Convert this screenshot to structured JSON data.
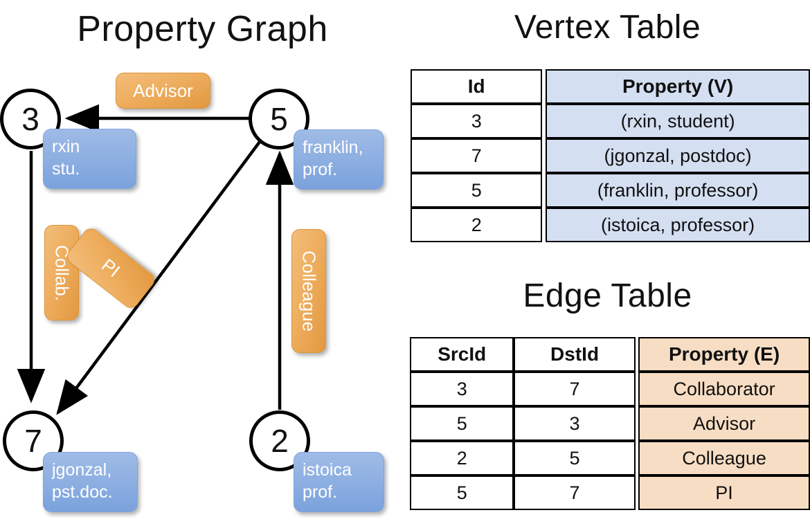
{
  "titles": {
    "graph": "Property Graph",
    "vertex_table": "Vertex Table",
    "edge_table": "Edge Table"
  },
  "graph": {
    "nodes": [
      {
        "id": "3",
        "property": "rxin\nstu."
      },
      {
        "id": "5",
        "property": "franklin,\nprof."
      },
      {
        "id": "7",
        "property": "jgonzal,\npst.doc."
      },
      {
        "id": "2",
        "property": "istoica\nprof."
      }
    ],
    "node_labels": {
      "n3": "3",
      "n5": "5",
      "n7": "7",
      "n2": "2"
    },
    "property_boxes": {
      "rxin_l1": "rxin",
      "rxin_l2": "stu.",
      "franklin_l1": "franklin,",
      "franklin_l2": "prof.",
      "jgonzal_l1": "jgonzal,",
      "jgonzal_l2": "pst.doc.",
      "istoica_l1": "istoica",
      "istoica_l2": "prof."
    },
    "edge_labels": {
      "advisor": "Advisor",
      "collab": "Collab.",
      "pi": "PI",
      "colleague": "Colleague"
    },
    "edges": [
      {
        "src": "5",
        "dst": "3",
        "label": "Advisor"
      },
      {
        "src": "3",
        "dst": "7",
        "label": "Collab."
      },
      {
        "src": "5",
        "dst": "7",
        "label": "PI"
      },
      {
        "src": "2",
        "dst": "5",
        "label": "Colleague"
      }
    ]
  },
  "vertex_table": {
    "headers": [
      "Id",
      "Property (V)"
    ],
    "rows": [
      {
        "id": "3",
        "property": "(rxin, student)"
      },
      {
        "id": "7",
        "property": "(jgonzal, postdoc)"
      },
      {
        "id": "5",
        "property": "(franklin, professor)"
      },
      {
        "id": "2",
        "property": "(istoica, professor)"
      }
    ]
  },
  "edge_table": {
    "headers": [
      "SrcId",
      "DstId",
      "Property (E)"
    ],
    "rows": [
      {
        "src": "3",
        "dst": "7",
        "property": "Collaborator"
      },
      {
        "src": "5",
        "dst": "3",
        "property": "Advisor"
      },
      {
        "src": "2",
        "dst": "5",
        "property": "Colleague"
      },
      {
        "src": "5",
        "dst": "7",
        "property": "PI"
      }
    ]
  },
  "colors": {
    "vertex_property_fill": "#d4dff1",
    "edge_property_fill": "#f7ddc3",
    "node_box_blue": "#8fb0e2",
    "edge_label_orange": "#eeae5f",
    "stroke": "#000000"
  }
}
